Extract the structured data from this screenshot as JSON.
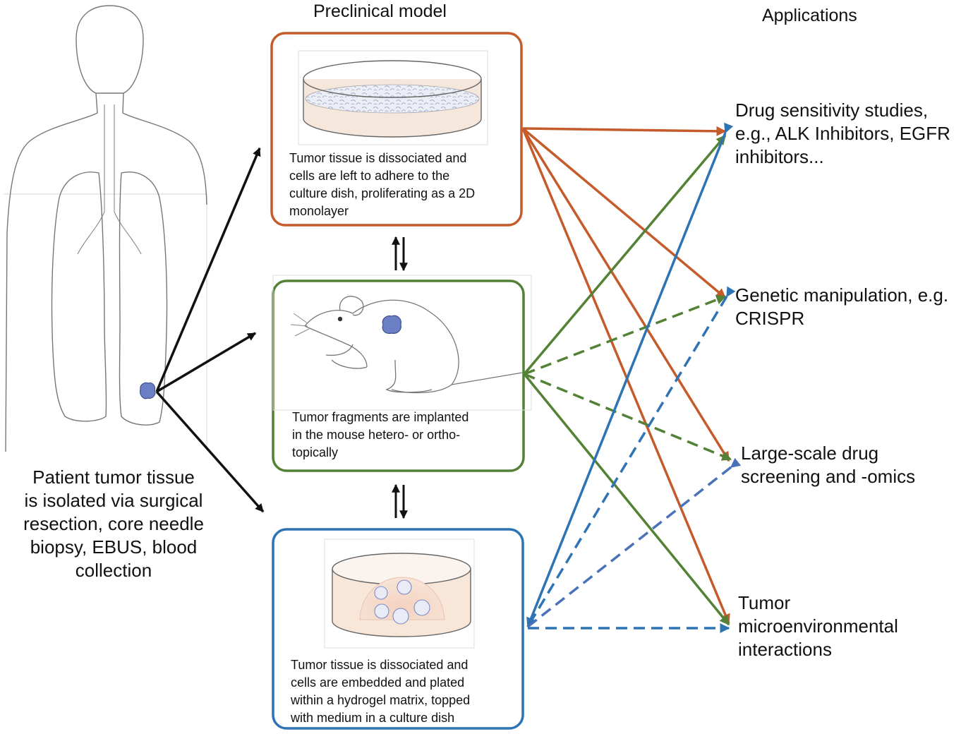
{
  "headers": {
    "preclinical": "Preclinical model",
    "applications": "Applications"
  },
  "patient": {
    "lines": [
      "Patient tumor tissue",
      "is isolated via surgical",
      "resection, core needle",
      "biopsy, EBUS, blood",
      "collection"
    ]
  },
  "models": {
    "monolayer": {
      "lines": [
        "Tumor tissue is dissociated and",
        "cells are left to adhere to the",
        "culture dish, proliferating as a 2D",
        "monolayer"
      ],
      "color": "#c55a2b"
    },
    "pdx": {
      "lines": [
        "Tumor fragments are implanted",
        "in the mouse hetero- or ortho-",
        "topically"
      ],
      "color": "#538135"
    },
    "organoid": {
      "lines": [
        "Tumor tissue is dissociated and",
        "cells are embedded and plated",
        "within a hydrogel matrix, topped",
        "with medium in a culture dish"
      ],
      "color": "#2e74b5"
    }
  },
  "applications": {
    "drug_sensitivity": [
      "Drug sensitivity studies,",
      "e.g., ALK Inhibitors, EGFR",
      "inhibitors..."
    ],
    "genetic": [
      "Genetic manipulation, e.g.",
      "CRISPR"
    ],
    "screening": [
      "Large-scale drug",
      "screening and -omics"
    ],
    "microenvironment": [
      "Tumor",
      "microenvironmental",
      "interactions"
    ]
  },
  "colors": {
    "orange": "#c55a2b",
    "green": "#538135",
    "blue": "#2e74b5",
    "blue_dashed": "#4a72b8",
    "black": "#111111",
    "tumor": "#6b80c4"
  }
}
